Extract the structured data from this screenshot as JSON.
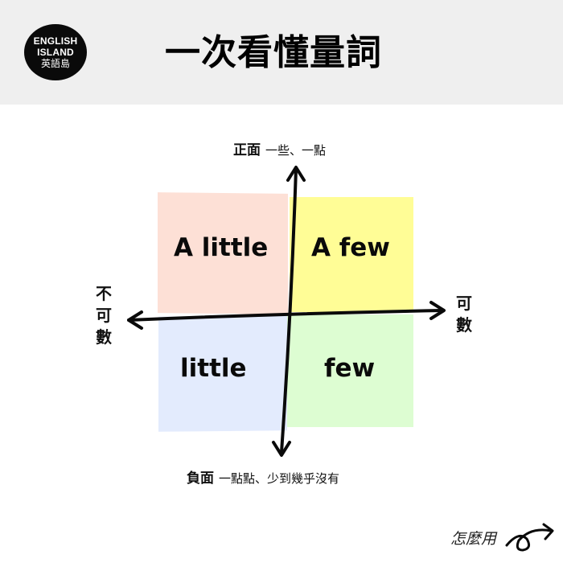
{
  "header": {
    "logo": {
      "line1": "ENGLISH",
      "line2": "ISLAND",
      "line3": "英語島"
    },
    "title": "一次看懂量詞"
  },
  "diagram": {
    "axis_top": {
      "label": "正面",
      "sub": "一些、一點"
    },
    "axis_bottom": {
      "label": "負面",
      "sub": "一點點、少到幾乎沒有"
    },
    "axis_left": {
      "chars": [
        "不",
        "可",
        "數"
      ]
    },
    "axis_right": {
      "chars": [
        "可",
        "數"
      ]
    },
    "quadrants": [
      {
        "position": "top-left",
        "label": "A little",
        "color": "#fde0d6"
      },
      {
        "position": "top-right",
        "label": "A few",
        "color": "#fffd96"
      },
      {
        "position": "bottom-left",
        "label": "little",
        "color": "#e3ebfd"
      },
      {
        "position": "bottom-right",
        "label": "few",
        "color": "#ddfdd2"
      }
    ]
  },
  "footer": {
    "how_to_use": "怎麼用"
  }
}
